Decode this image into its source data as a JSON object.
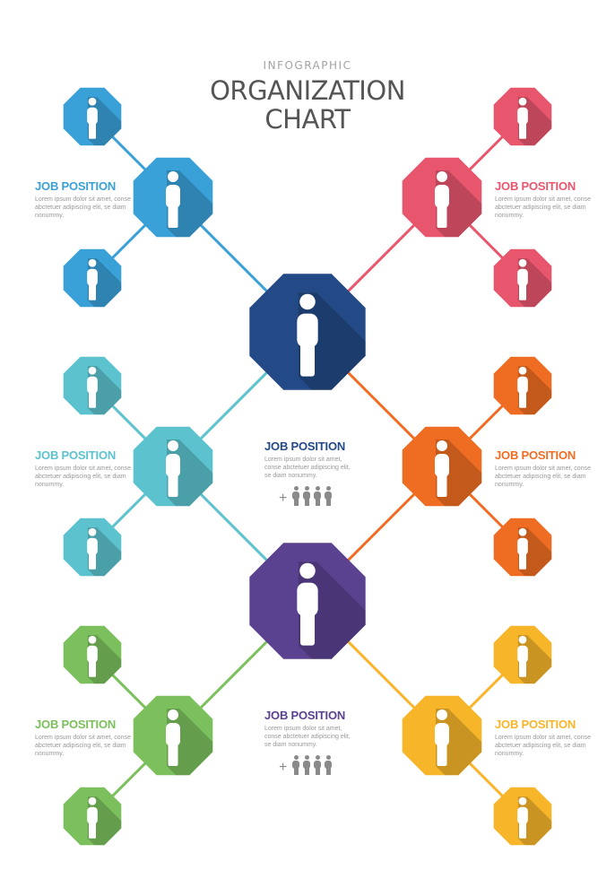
{
  "header": {
    "subtitle": "INFOGRAPHIC",
    "title_line1": "ORGANIZATION",
    "title_line2": "CHART"
  },
  "colors": {
    "navy": "#234a86",
    "purple": "#5b4290",
    "blue": "#3aa0d8",
    "pink": "#e8566e",
    "teal": "#5cc3ce",
    "orange": "#ef6d23",
    "green": "#7bc05c",
    "yellow": "#f7b52a",
    "title_text": "#555555",
    "muted_text": "#999999"
  },
  "labels": {
    "blue": {
      "title": "JOB POSITION",
      "body": "Lorem ipsum dolor sit amet, conse abctetuer adipiscing elit, se diam nonummy."
    },
    "pink": {
      "title": "JOB POSITION",
      "body": "Lorem ipsum dolor sit amet, conse abctetuer adipiscing elit, se diam nonummy."
    },
    "teal": {
      "title": "JOB POSITION",
      "body": "Lorem ipsum dolor sit amet, conse abctetuer adipiscing elit, se diam nonummy."
    },
    "orange": {
      "title": "JOB POSITION",
      "body": "Lorem ipsum dolor sit amet, conse abctetuer adipiscing elit, se diam nonummy."
    },
    "green": {
      "title": "JOB POSITION",
      "body": "Lorem ipsum dolor sit amet, conse abctetuer adipiscing elit, se diam nonummy."
    },
    "yellow": {
      "title": "JOB POSITION",
      "body": "Lorem ipsum dolor sit amet, conse abctetuer adipiscing elit, se diam nonummy."
    },
    "navy": {
      "title": "JOB POSITION",
      "body": "Lorem ipsum dolor sit amet, conse abctetuer adipiscing elit, se diam nonummy.",
      "team_plus": "+"
    },
    "purple": {
      "title": "JOB POSITION",
      "body": "Lorem ipsum dolor sit amet, conse abctetuer adipiscing elit, se diam nonummy.",
      "team_plus": "+"
    }
  },
  "icons": {
    "node": "person-icon",
    "team": "team-people-icon"
  }
}
